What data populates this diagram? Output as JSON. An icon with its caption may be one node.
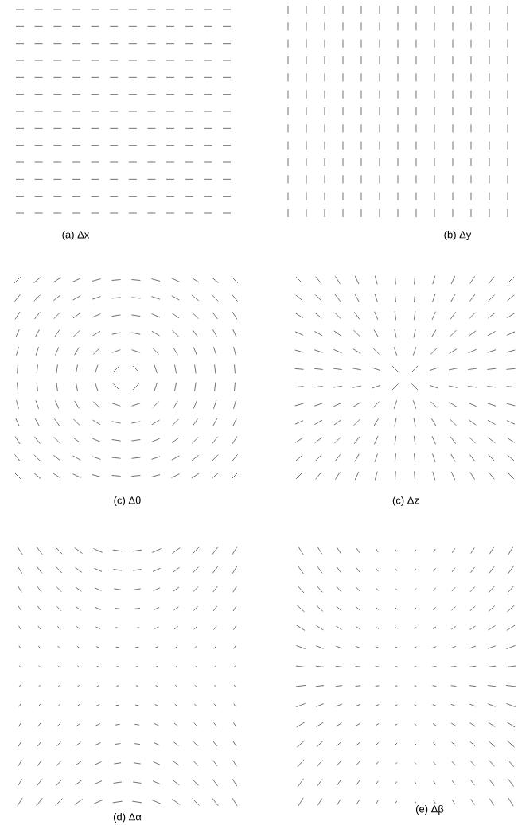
{
  "diagram": {
    "labels": [
      "(a) Δx",
      "(b) Δy",
      "(c) Δθ",
      "(c) Δz",
      "(d) Δα",
      "(e) Δβ"
    ]
  }
}
